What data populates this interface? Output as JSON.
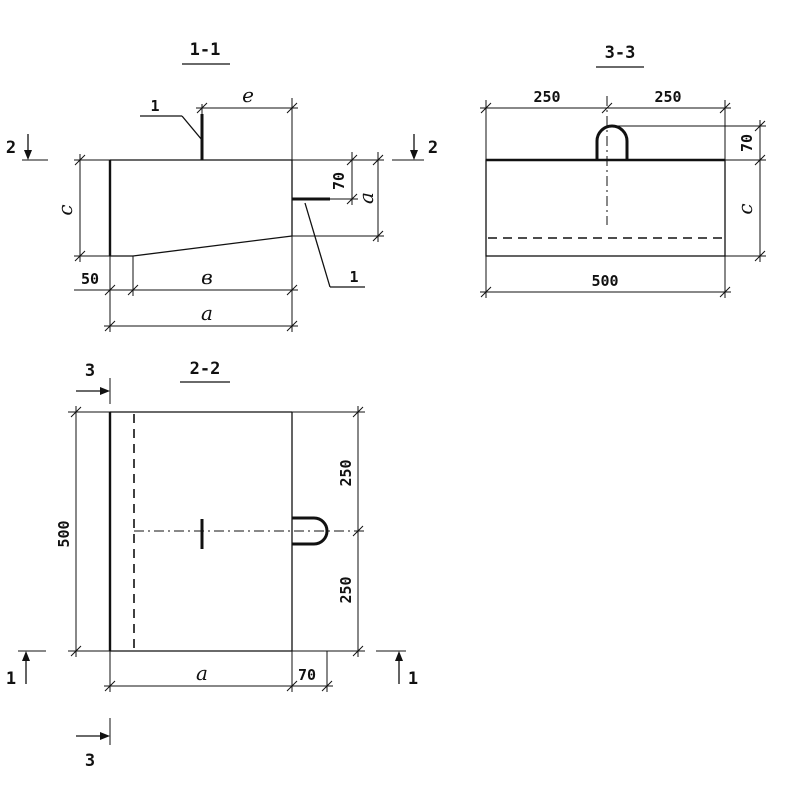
{
  "sections": {
    "s11": {
      "title": "1-1",
      "leader_top": "1",
      "leader_side": "1",
      "dim_e": "e",
      "dim_c": "c",
      "dim_70": "70",
      "dim_a_vert": "a",
      "dim_50": "50",
      "dim_b": "в",
      "dim_a": "a",
      "cut_left": "2",
      "cut_right": "2"
    },
    "s33": {
      "title": "3-3",
      "dim_250_left": "250",
      "dim_250_right": "250",
      "dim_70": "70",
      "dim_c": "c",
      "dim_500": "500"
    },
    "s22": {
      "title": "2-2",
      "dim_500": "500",
      "dim_250_top": "250",
      "dim_250_bottom": "250",
      "dim_a": "a",
      "dim_70": "70",
      "cut_top": "3",
      "cut_bottom": "3",
      "cut_left": "1",
      "cut_right": "1"
    }
  }
}
